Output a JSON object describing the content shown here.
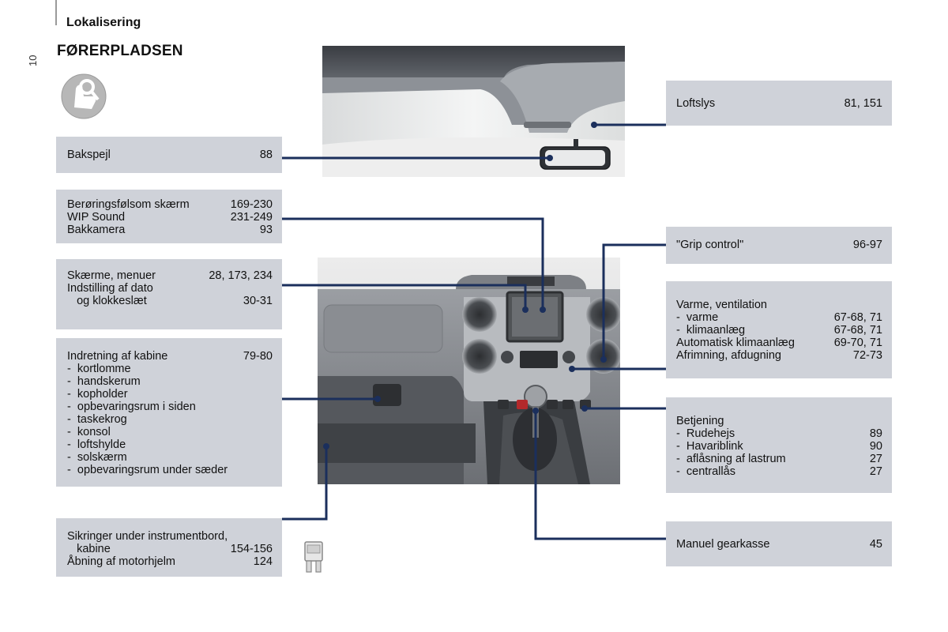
{
  "header": {
    "section": "Lokalisering",
    "title": "FØRERPLADSEN",
    "page_number": "10"
  },
  "icons": {
    "seat_icon": "driver-seat-icon",
    "fuse_icon": "fuse-icon"
  },
  "colors": {
    "box_bg": "#cfd2d9",
    "line": "#1b2f5c"
  },
  "boxes": {
    "bakspejl": {
      "rows": [
        {
          "label": "Bakspejl",
          "page": "88"
        }
      ]
    },
    "skaerm": {
      "rows": [
        {
          "label": "Berøringsfølsom skærm",
          "page": "169-230"
        },
        {
          "label": "WIP Sound",
          "page": "231-249"
        },
        {
          "label": "Bakkamera",
          "page": "93"
        }
      ]
    },
    "menuer": {
      "rows": [
        {
          "label": "Skærme, menuer",
          "page": "28, 173, 234"
        },
        {
          "label": "Indstilling af dato",
          "page": ""
        },
        {
          "label": "   og klokkeslæt",
          "page": "30-31"
        }
      ]
    },
    "indretning": {
      "rows": [
        {
          "label": "Indretning af kabine",
          "page": "79-80"
        },
        {
          "label": "-  kortlomme",
          "page": ""
        },
        {
          "label": "-  handskerum",
          "page": ""
        },
        {
          "label": "-  kopholder",
          "page": ""
        },
        {
          "label": "-  opbevaringsrum i siden",
          "page": ""
        },
        {
          "label": "-  taskekrog",
          "page": ""
        },
        {
          "label": "-  konsol",
          "page": ""
        },
        {
          "label": "-  loftshylde",
          "page": ""
        },
        {
          "label": "-  solskærm",
          "page": ""
        },
        {
          "label": "-  opbevaringsrum under sæder",
          "page": ""
        }
      ]
    },
    "sikringer": {
      "rows": [
        {
          "label": "Sikringer under instrumentbord,",
          "page": ""
        },
        {
          "label": "   kabine",
          "page": "154-156"
        },
        {
          "label": "Åbning af motorhjelm",
          "page": "124"
        }
      ]
    },
    "loftslys": {
      "rows": [
        {
          "label": "Loftslys",
          "page": "81, 151"
        }
      ]
    },
    "grip": {
      "rows": [
        {
          "label": "\"Grip control\"",
          "page": "96-97"
        }
      ]
    },
    "varme": {
      "rows": [
        {
          "label": "Varme, ventilation",
          "page": ""
        },
        {
          "label": "-  varme",
          "page": "67-68, 71"
        },
        {
          "label": "-  klimaanlæg",
          "page": "67-68, 71"
        },
        {
          "label": "Automatisk klimaanlæg",
          "page": "69-70, 71"
        },
        {
          "label": "Afrimning, afdugning",
          "page": "72-73"
        }
      ]
    },
    "betjening": {
      "rows": [
        {
          "label": "Betjening",
          "page": ""
        },
        {
          "label": "-  Rudehejs",
          "page": "89"
        },
        {
          "label": "-  Havariblink",
          "page": "90"
        },
        {
          "label": "-  aflåsning af lastrum",
          "page": "27"
        },
        {
          "label": "-  centrallås",
          "page": "27"
        }
      ]
    },
    "gearkasse": {
      "rows": [
        {
          "label": "Manuel gearkasse",
          "page": "45"
        }
      ]
    }
  }
}
